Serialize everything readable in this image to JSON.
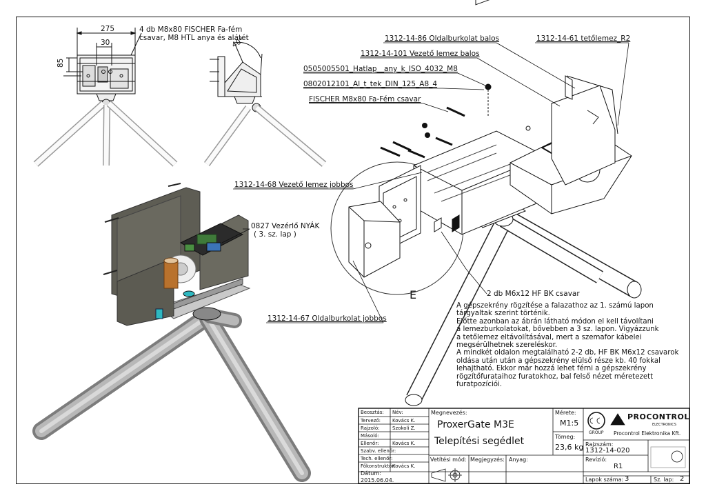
{
  "dimensions": {
    "width_275": "275",
    "width_30": "30",
    "height_85": "85",
    "angle_40": "40°"
  },
  "callouts": {
    "top_note_line1": "4 db M8x80 FISCHER Fa-fém",
    "top_note_line2": "csavar, M8 HTL anya és alátét",
    "oldalburkolat_balos": "1312-14-86 Oldalburkolat balos",
    "tetolemez": "1312-14-61 tetőlemez_R2",
    "vezeto_lemez_balos": "1312-14-101 Vezető lemez balos",
    "hatlap": "0505005501_Hatlap__any_k_ISO_4032_M8",
    "alatet": "0802012101_Al_t_tek_DIN_125_A8_4",
    "fischer": "FISCHER M8x80 Fa-Fém csavar",
    "vezeto_lemez_jobbos": "1312-14-68 Vezető lemez jobbos",
    "nyak_line1": "0827 Vezérlő NYÁK",
    "nyak_line2": "( 3. sz. lap )",
    "oldalburkolat_jobbos": "1312-14-67 Oldalburkolat jobbos",
    "csavar_m6": "2 db M6x12 HF BK csavar",
    "detail_e": "E"
  },
  "note": {
    "l1": "A gépszekrény rögzítése a falazathoz az 1. számú lapon",
    "l2": "tárgyaltak szerint történik.",
    "l3": "Előtte azonban az ábrán látható módon el kell távolítani",
    "l4": "a lemezburkolatokat, bővebben a 3 sz. lapon. Vigyázzunk",
    "l5": "a tetőlemez eltávolításával, mert a szemafor kábelei",
    "l6": "megsérülhetnek szereléskor.",
    "l7": "A mindkét oldalon megtalálható 2-2 db, HF BK M6x12 csavarok",
    "l8": "oldása után után a gépszekrény elülső része kb. 40 fokkal",
    "l9": "lehajtható. Ekkor már hozzá lehet férni a gépszekrény",
    "l10": "rögzítőfurataihoz furatokhoz, bal felső nézet méretezett",
    "l11": "furatpozíciói."
  },
  "title_block": {
    "beosztas": "Beosztás:",
    "nev": "Név:",
    "tervezo": "Tervező:",
    "tervezo_nev": "Kovács K.",
    "rajzolo": "Rajzoló:",
    "rajzolo_nev": "Szokoli Z.",
    "masolo": "Másoló:",
    "ellenor": "Ellenőr:",
    "ellenor_nev": "Kovács K.",
    "szabv": "Szabv. ellenőr:",
    "tech": "Tech. ellenőr:",
    "fokonstr": "Főkonstruktőr:",
    "fokonstr_nev": "Kovács K.",
    "datum_label": "Dátum:",
    "datum": "2015.06.04.",
    "megnevezes_label": "Megnevezés:",
    "product": "ProxerGate M3E",
    "subtitle": "Telepítési segédlet",
    "meretarany_label": "Mérete:",
    "meretarany": "M1:5",
    "tomeg_label": "Tömeg:",
    "tomeg": "23,6 kg",
    "vetitesi_mod": "Vetítési mód:",
    "megjegyzes": "Megjegyzés:",
    "anyag": "Anyag:",
    "company": "PROCONTROL",
    "company_sub": "ELECTRONICS",
    "company_full": "Procontrol Elektronika Kft.",
    "group": "GROUP",
    "rajzszam_label": "Rajzszám:",
    "rajzszam": "1312-14-020",
    "revizio_label": "Revízió:",
    "revizio": "R1",
    "lapok_label": "Lapok száma:",
    "lapok": "3",
    "szlap_label": "Sz. lap:",
    "szlap": "2"
  }
}
